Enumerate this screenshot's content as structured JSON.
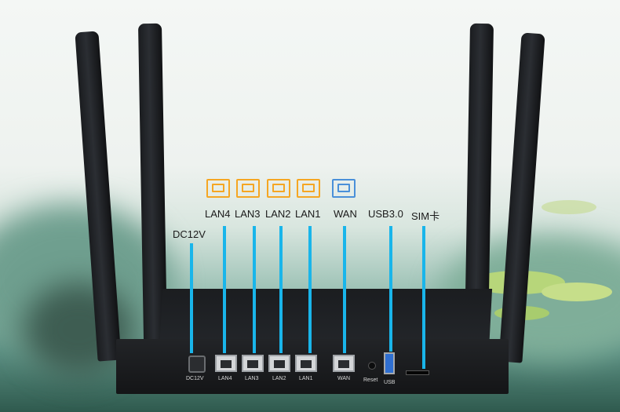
{
  "callouts": {
    "dc": "DC12V",
    "lan4": "LAN4",
    "lan3": "LAN3",
    "lan2": "LAN2",
    "lan1": "LAN1",
    "wan": "WAN",
    "usb": "USB3.0",
    "sim": "SIM卡"
  },
  "port_labels": {
    "dc": "DC12V",
    "lan4": "LAN4",
    "lan3": "LAN3",
    "lan2": "LAN2",
    "lan1": "LAN1",
    "wan": "WAN",
    "reset": "Reset",
    "usb": "USB"
  },
  "colors": {
    "callout_line": "#19b5ea",
    "lan_icon": "#f5a623",
    "wan_icon": "#4a90d9"
  }
}
